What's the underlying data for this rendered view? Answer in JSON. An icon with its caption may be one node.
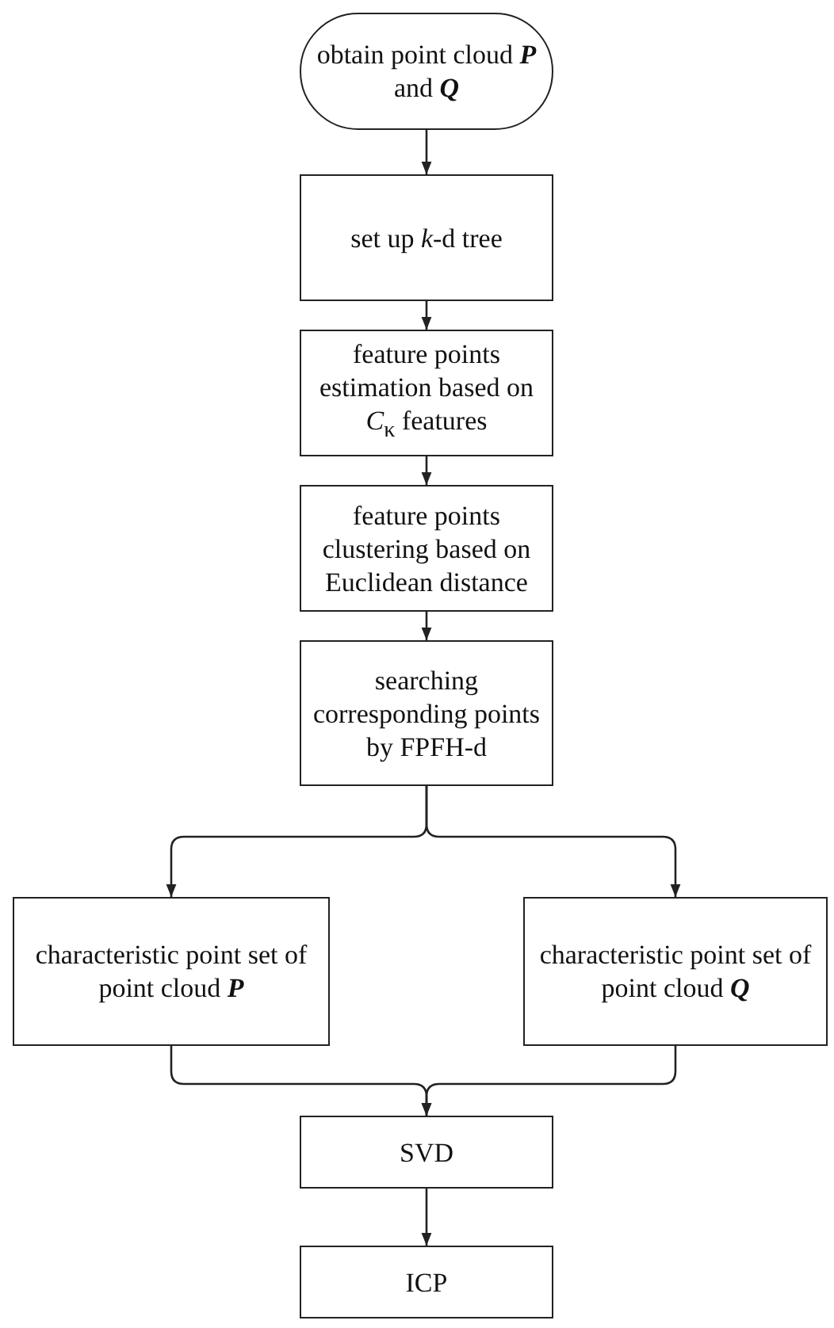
{
  "diagram": {
    "nodes": [
      {
        "text": [
          "obtain point cloud **P** and **Q**"
        ]
      },
      {
        "text": [
          "set up *k*-d tree"
        ]
      },
      {
        "text": [
          "feature points estimation based on *C*$_{κ}$ features"
        ]
      },
      {
        "text": [
          "feature points clustering based on Euclidean distance"
        ]
      },
      {
        "text": [
          "searching corresponding points by FPFH-d"
        ]
      },
      {
        "text": [
          "characteristic point set of point cloud **P**"
        ]
      },
      {
        "text": [
          "characteristic point set of point cloud **Q**"
        ]
      },
      {
        "text": [
          "SVD"
        ]
      },
      {
        "text": [
          "ICP"
        ]
      }
    ],
    "edges": [
      {
        "from": 0,
        "to": 1,
        "arrow": "to"
      },
      {
        "from": 1,
        "to": 2,
        "arrow": "to"
      },
      {
        "from": 2,
        "to": 3,
        "arrow": "to"
      },
      {
        "from": 3,
        "to": 4,
        "arrow": "to"
      },
      {
        "from": 4,
        "to": 5,
        "arrow": "to"
      },
      {
        "from": 4,
        "to": 6,
        "arrow": "to"
      },
      {
        "from": 5,
        "to": 7,
        "arrow": "to"
      },
      {
        "from": 6,
        "to": 7,
        "arrow": "to"
      },
      {
        "from": 7,
        "to": 8,
        "arrow": "to"
      }
    ]
  }
}
